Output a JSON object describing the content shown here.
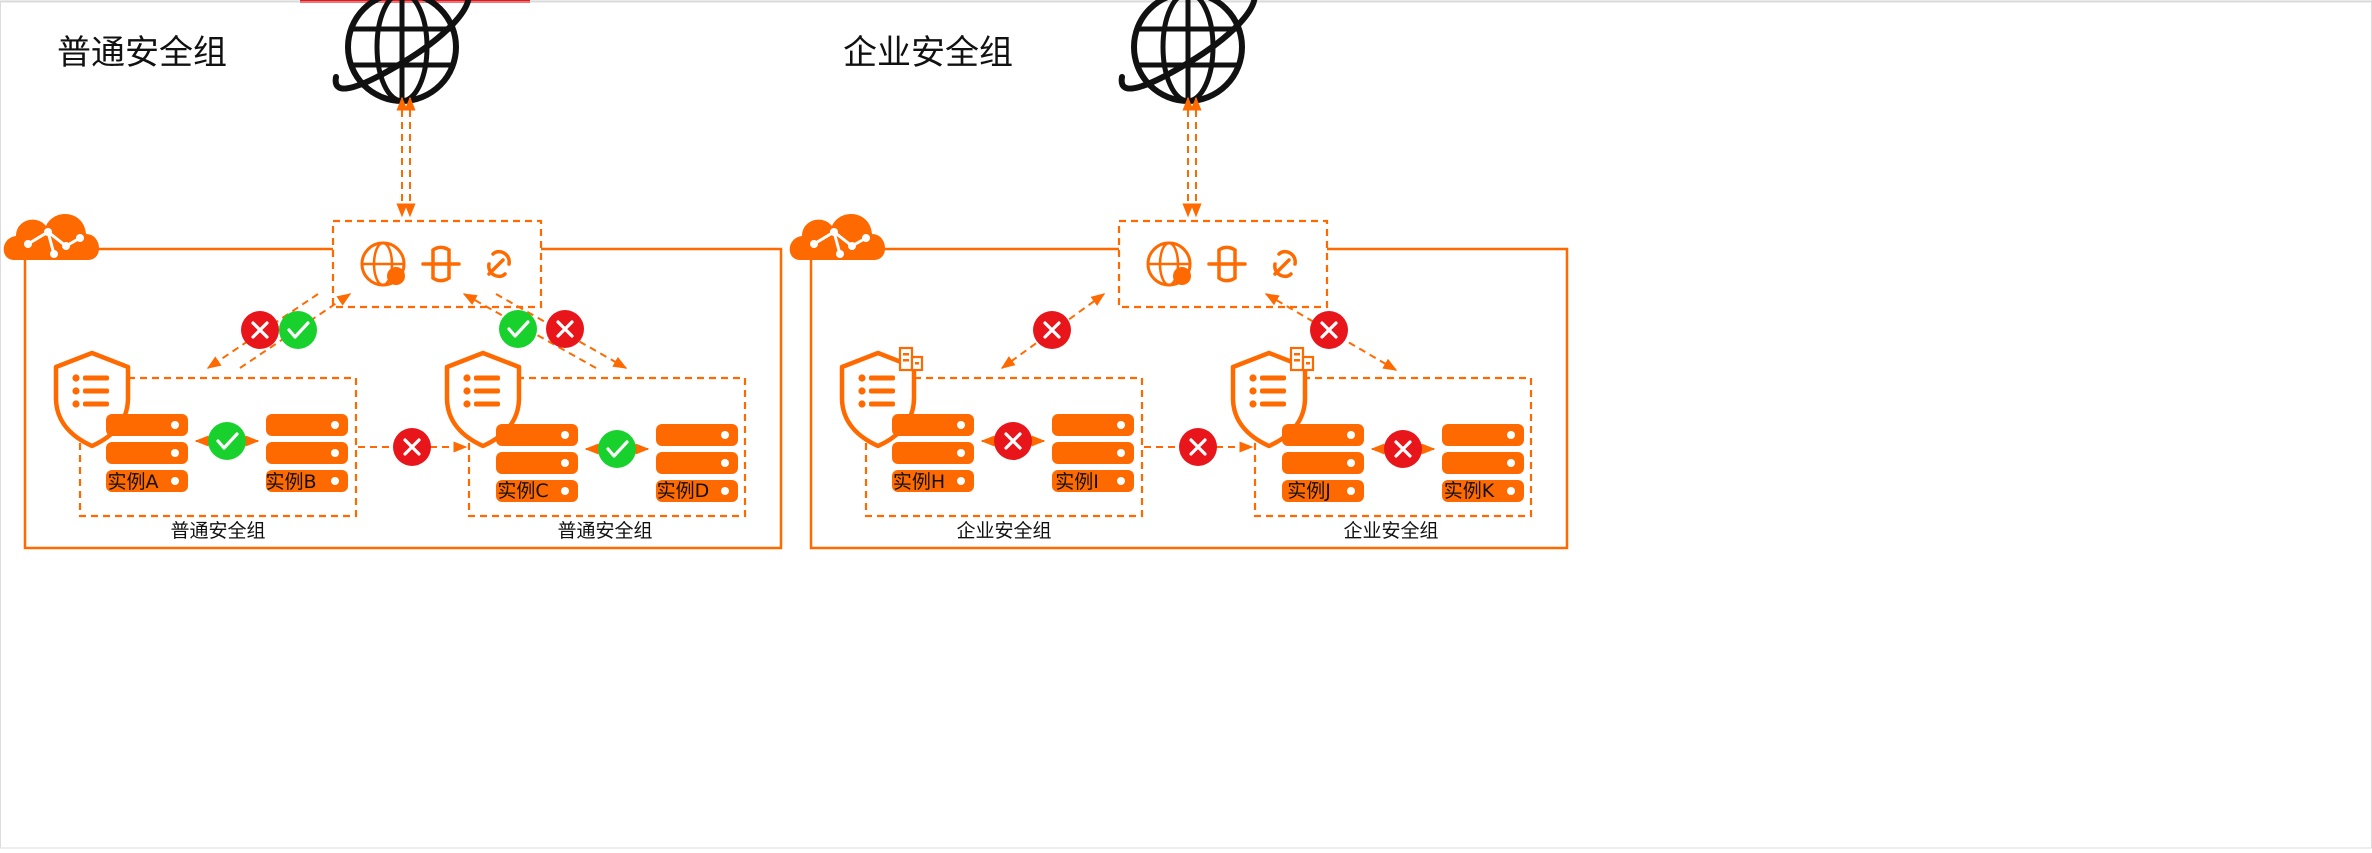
{
  "colors": {
    "accent": "#ff6a00",
    "allow": "#19d12d",
    "deny": "#e8161b",
    "globe": "#111111",
    "text": "#111111"
  },
  "panels": [
    {
      "title": "普通安全组",
      "gateway_icons": [
        "globe-ip-icon",
        "nat-gateway-icon",
        "link-icon"
      ],
      "internet_icon": "internet-globe-icon",
      "cloud_icon": "cloud-icon",
      "groups": [
        {
          "label": "普通安全组",
          "shield_icon": "security-group-shield-icon",
          "enterprise": false,
          "instances": [
            "实例A",
            "实例B"
          ],
          "internal_status": "allow"
        },
        {
          "label": "普通安全组",
          "shield_icon": "security-group-shield-icon",
          "enterprise": false,
          "instances": [
            "实例C",
            "实例D"
          ],
          "internal_status": "allow"
        }
      ],
      "cross_group_status": "deny",
      "left_group_to_gateway": [
        "deny",
        "allow"
      ],
      "right_group_to_gateway": [
        "allow",
        "deny"
      ]
    },
    {
      "title": "企业安全组",
      "gateway_icons": [
        "globe-ip-icon",
        "nat-gateway-icon",
        "link-icon"
      ],
      "internet_icon": "internet-globe-icon",
      "cloud_icon": "cloud-icon",
      "groups": [
        {
          "label": "企业安全组",
          "shield_icon": "security-group-shield-icon",
          "enterprise": true,
          "instances": [
            "实例H",
            "实例I"
          ],
          "internal_status": "deny"
        },
        {
          "label": "企业安全组",
          "shield_icon": "security-group-shield-icon",
          "enterprise": true,
          "instances": [
            "实例J",
            "实例K"
          ],
          "internal_status": "deny"
        }
      ],
      "cross_group_status": "deny",
      "left_group_to_gateway": [
        "deny"
      ],
      "right_group_to_gateway": [
        "deny"
      ]
    }
  ]
}
